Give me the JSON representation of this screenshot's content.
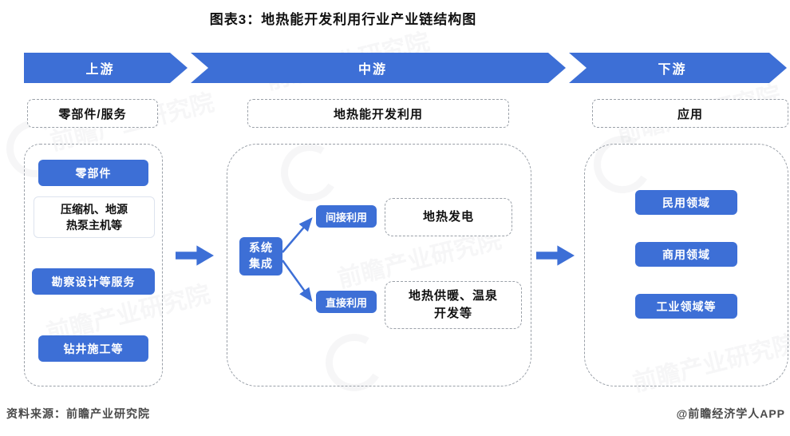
{
  "title": "图表3：地热能开发利用行业产业链结构图",
  "banners": [
    {
      "label": "上游"
    },
    {
      "label": "中游"
    },
    {
      "label": "下游"
    }
  ],
  "section_labels": {
    "upstream": "零部件/服务",
    "midstream": "地热能开发利用",
    "downstream": "应用"
  },
  "upstream": {
    "items": [
      {
        "label": "零部件"
      },
      {
        "label": "压缩机、地源\n热泵主机等"
      },
      {
        "label": "勘察设计等服务"
      },
      {
        "label": "钻井施工等"
      }
    ]
  },
  "midstream": {
    "root_label": "系统\n集成",
    "branches": [
      {
        "node": "间接利用",
        "result": "地热发电"
      },
      {
        "node": "直接利用",
        "result": "地热供暖、温泉\n开发等"
      }
    ]
  },
  "downstream": {
    "items": [
      {
        "label": "民用领域"
      },
      {
        "label": "商用领域"
      },
      {
        "label": "工业领域等"
      }
    ]
  },
  "footer": {
    "source": "资料来源：前瞻产业研究院",
    "credit": "@前瞻经济学人APP"
  },
  "watermark": {
    "text": "前瞻产业研究院"
  },
  "colors": {
    "primary_blue": "#3D6FD6",
    "dashed_border": "#9aa0a8"
  }
}
